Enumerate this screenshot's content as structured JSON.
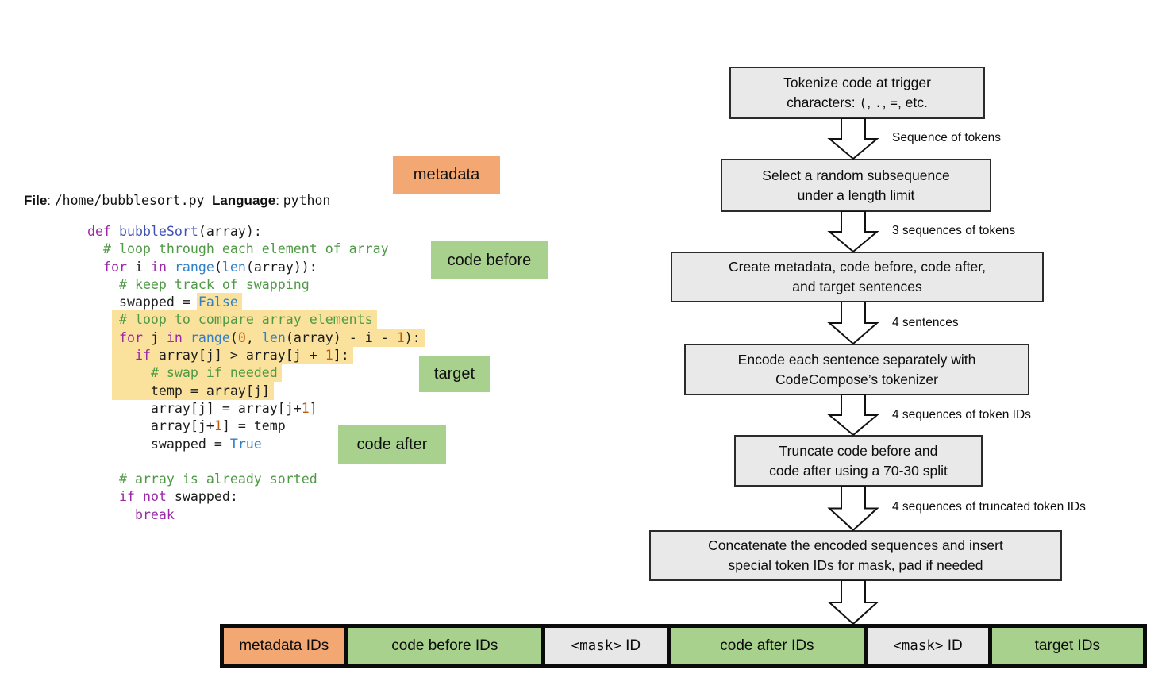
{
  "colors": {
    "orange": "#F3A772",
    "green": "#A9D18E",
    "yellow": "#FAE19C",
    "box_gray": "#E9E9E9",
    "bar_gray": "#E7E7E7",
    "kw": "#9C28A8",
    "fn": "#3F51B5",
    "builtin": "#2F80C9",
    "comment": "#4E9A45",
    "number": "#BE5B0A",
    "code_text": "#1C1C1C"
  },
  "left_panel": {
    "metadata_tag": "metadata",
    "code_before_tag": "code before",
    "target_tag": "target",
    "code_after_tag": "code after",
    "file_line_tokens": [
      [
        "b",
        "File"
      ],
      [
        "s",
        ": "
      ],
      [
        "m",
        "/home/bubblesort.py"
      ],
      [
        "s",
        "  "
      ],
      [
        "b",
        "Language"
      ],
      [
        "s",
        ": "
      ],
      [
        "m",
        "python"
      ]
    ]
  },
  "code": {
    "lines": [
      {
        "t": [
          [
            "kw",
            "def"
          ],
          [
            "pl",
            " "
          ],
          [
            "fn",
            "bubbleSort"
          ],
          [
            "pl",
            "(array):"
          ]
        ]
      },
      {
        "t": [
          [
            "pl",
            "  "
          ],
          [
            "cm",
            "# loop through each element of array"
          ]
        ]
      },
      {
        "t": [
          [
            "pl",
            "  "
          ],
          [
            "kw",
            "for"
          ],
          [
            "pl",
            " i "
          ],
          [
            "kw",
            "in"
          ],
          [
            "pl",
            " "
          ],
          [
            "bi",
            "range"
          ],
          [
            "pl",
            "("
          ],
          [
            "bi",
            "len"
          ],
          [
            "pl",
            "(array)):"
          ]
        ]
      },
      {
        "t": [
          [
            "pl",
            "    "
          ],
          [
            "cm",
            "# keep track of swapping"
          ]
        ]
      },
      {
        "t": [
          [
            "pl",
            "    swapped = "
          ],
          [
            "bi",
            "False"
          ]
        ],
        "hl": 14
      },
      {
        "t": [
          [
            "pl",
            "    "
          ],
          [
            "cm",
            "# loop to compare array elements"
          ]
        ],
        "hl": 4
      },
      {
        "t": [
          [
            "pl",
            "    "
          ],
          [
            "kw",
            "for"
          ],
          [
            "pl",
            " j "
          ],
          [
            "kw",
            "in"
          ],
          [
            "pl",
            " "
          ],
          [
            "bi",
            "range"
          ],
          [
            "pl",
            "("
          ],
          [
            "nm",
            "0"
          ],
          [
            "pl",
            ", "
          ],
          [
            "bi",
            "len"
          ],
          [
            "pl",
            "(array) - i - "
          ],
          [
            "nm",
            "1"
          ],
          [
            "pl",
            "):"
          ]
        ],
        "hl": 4
      },
      {
        "t": [
          [
            "pl",
            "    "
          ],
          [
            "pl",
            "  "
          ],
          [
            "kw",
            "if"
          ],
          [
            "pl",
            " array[j] > array[j + "
          ],
          [
            "nm",
            "1"
          ],
          [
            "pl",
            "]:"
          ]
        ],
        "hl": 4
      },
      {
        "t": [
          [
            "pl",
            "    "
          ],
          [
            "pl",
            "    "
          ],
          [
            "cm",
            "# swap if needed"
          ]
        ],
        "hl": 4
      },
      {
        "t": [
          [
            "pl",
            "    "
          ],
          [
            "pl",
            "    temp = array[j]"
          ]
        ],
        "hl": 4
      },
      {
        "t": [
          [
            "pl",
            "        array[j] = array[j+"
          ],
          [
            "nm",
            "1"
          ],
          [
            "pl",
            "]"
          ]
        ]
      },
      {
        "t": [
          [
            "pl",
            "        array[j+"
          ],
          [
            "nm",
            "1"
          ],
          [
            "pl",
            "] = temp"
          ]
        ]
      },
      {
        "t": [
          [
            "pl",
            "        swapped = "
          ],
          [
            "bi",
            "True"
          ]
        ]
      },
      {
        "t": []
      },
      {
        "t": [
          [
            "pl",
            "    "
          ],
          [
            "cm",
            "# array is already sorted"
          ]
        ]
      },
      {
        "t": [
          [
            "pl",
            "    "
          ],
          [
            "kw",
            "if"
          ],
          [
            "pl",
            " "
          ],
          [
            "kw",
            "not"
          ],
          [
            "pl",
            " swapped:"
          ]
        ]
      },
      {
        "t": [
          [
            "pl",
            "      "
          ],
          [
            "kw",
            "break"
          ]
        ]
      }
    ]
  },
  "flowchart": {
    "boxes": [
      {
        "tokens": [
          [
            "s",
            "Tokenize code at trigger"
          ],
          [
            "br",
            ""
          ],
          [
            "s",
            "characters: "
          ],
          [
            "m",
            "("
          ],
          [
            "s",
            ", "
          ],
          [
            "m",
            "."
          ],
          [
            "s",
            ", "
          ],
          [
            "m",
            "="
          ],
          [
            "s",
            ", etc."
          ]
        ]
      },
      {
        "tokens": [
          [
            "s",
            "Select a random subsequence"
          ],
          [
            "br",
            ""
          ],
          [
            "s",
            "under a length limit"
          ]
        ]
      },
      {
        "tokens": [
          [
            "s",
            "Create metadata, code before, code after,"
          ],
          [
            "br",
            ""
          ],
          [
            "s",
            "and target sentences"
          ]
        ]
      },
      {
        "tokens": [
          [
            "s",
            "Encode each sentence separately with"
          ],
          [
            "br",
            ""
          ],
          [
            "s",
            "CodeCompose’s tokenizer"
          ]
        ]
      },
      {
        "tokens": [
          [
            "s",
            "Truncate code before and"
          ],
          [
            "br",
            ""
          ],
          [
            "s",
            "code after using a 70-30 split"
          ]
        ]
      },
      {
        "tokens": [
          [
            "s",
            "Concatenate the encoded sequences and insert"
          ],
          [
            "br",
            ""
          ],
          [
            "s",
            "special token IDs for mask, pad if needed"
          ]
        ]
      }
    ],
    "arrow_labels": [
      "Sequence of tokens",
      "3 sequences of tokens",
      "4 sentences",
      "4 sequences of token IDs",
      "4 sequences of truncated token IDs"
    ]
  },
  "bar": {
    "segments": [
      {
        "tokens": [
          [
            "s",
            "metadata IDs"
          ]
        ]
      },
      {
        "tokens": [
          [
            "s",
            "code before IDs"
          ]
        ]
      },
      {
        "tokens": [
          [
            "m",
            "<mask>"
          ],
          [
            "s",
            " ID"
          ]
        ]
      },
      {
        "tokens": [
          [
            "s",
            "code after IDs"
          ]
        ]
      },
      {
        "tokens": [
          [
            "m",
            "<mask>"
          ],
          [
            "s",
            " ID"
          ]
        ]
      },
      {
        "tokens": [
          [
            "s",
            "target IDs"
          ]
        ]
      }
    ]
  }
}
